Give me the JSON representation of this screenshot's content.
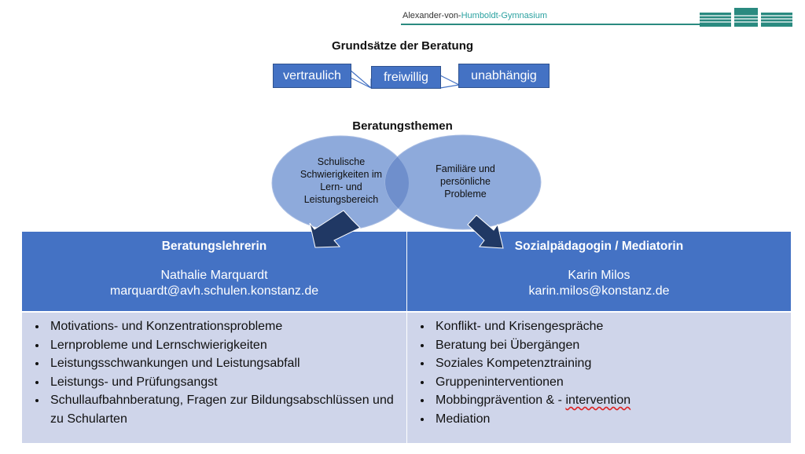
{
  "header": {
    "school_prefix": "Alexander-von-",
    "school_highlight": "Humboldt-Gymnasium"
  },
  "grundsaetze": {
    "title": "Grundsätze der Beratung",
    "items": [
      "vertraulich",
      "freiwillig",
      "unabhängig"
    ]
  },
  "themen": {
    "title": "Beratungsthemen",
    "left": "Schulische Schwierigkeiten im Lern- und Leistungsbereich",
    "right": "Familiäre und persönliche Probleme"
  },
  "columns": [
    {
      "heading": "Beratungslehrerin",
      "name": "Nathalie Marquardt",
      "email": "marquardt@avh.schulen.konstanz.de",
      "items": [
        "Motivations- und Konzentrationsprobleme",
        "Lernprobleme und Lernschwierigkeiten",
        "Leistungsschwankungen und Leistungsabfall",
        "Leistungs- und Prüfungsangst",
        "Schullaufbahnberatung, Fragen zur Bildungsabschlüssen und zu Schularten"
      ]
    },
    {
      "heading": "Sozialpädagogin / Mediatorin",
      "name": "Karin Milos",
      "email": "karin.milos@konstanz.de",
      "items": [
        "Konflikt- und Krisengespräche",
        "Beratung bei Übergängen",
        "Soziales Kompetenztraining",
        "Gruppeninterventionen",
        "Mobbingprävention & - ",
        "intervention",
        "Mediation"
      ]
    }
  ],
  "colors": {
    "blue": "#4472c4",
    "light": "#cfd5ea",
    "circle": "#8eaadb",
    "arrow": "#203864",
    "accent": "#2aa1a0"
  }
}
